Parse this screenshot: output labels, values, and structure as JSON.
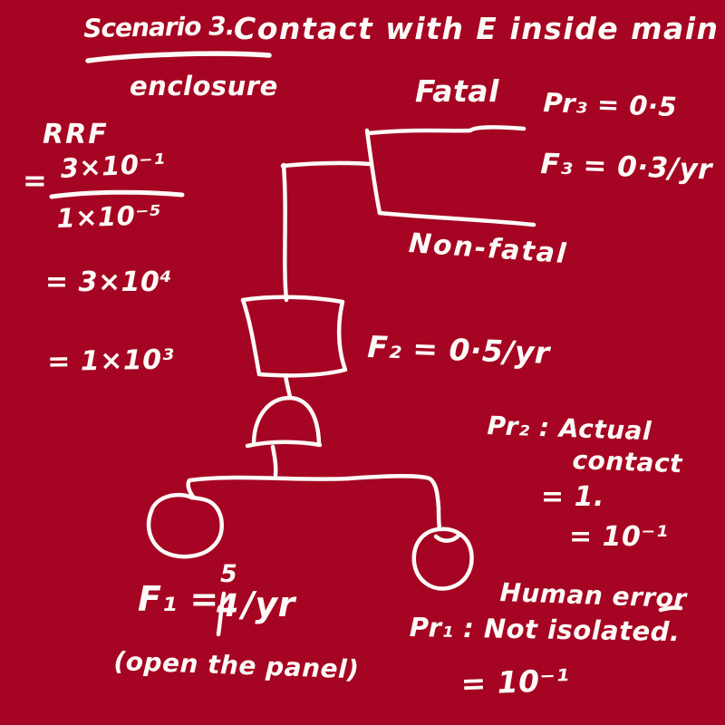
{
  "colors": {
    "background": "#a50522",
    "ink": "#fdf9f7"
  },
  "title": {
    "underlined": "Scenario 3.",
    "rest": "Contact with E inside main",
    "line2": "enclosure"
  },
  "rrf": {
    "label": "RRF",
    "equals": "=",
    "numerator": "3×10⁻¹",
    "denominator": "1×10⁻⁵",
    "step2": "= 3×10⁴",
    "step3": "= 1×10³"
  },
  "event_tree": {
    "fatal_label": "Fatal",
    "nonfatal_label": "Non-fatal",
    "pr3": "Pr₃ = 0·5",
    "f3": "F₃ = 0·3/yr"
  },
  "fault_tree": {
    "f2": "F₂ = 0·5/yr",
    "pr2_line1": "Pr₂ : Actual",
    "pr2_line2": "contact",
    "pr2_eq1": "= 1.",
    "pr2_eq2": "= 10⁻¹",
    "f1_prefix": "F₁ =",
    "f1_corrected": "5",
    "f1_crossed_out": "4",
    "f1_unit": "/yr",
    "f1_note": "(open the panel)",
    "human_error": "Human error",
    "pr1": "Pr₁ : Not isolated.",
    "pr1_eq": "= 10⁻¹"
  }
}
